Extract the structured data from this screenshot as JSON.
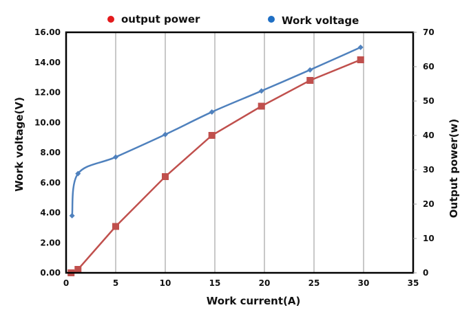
{
  "chart_data": {
    "type": "line",
    "title": "",
    "xlabel": "Work current(A)",
    "ylabel": "Work voltage(V)",
    "y2label": "Output power(w)",
    "xlim": [
      0,
      35
    ],
    "ylim": [
      0,
      16
    ],
    "y2lim": [
      0,
      70
    ],
    "x_ticks": [
      "0",
      "5",
      "10",
      "15",
      "20",
      "25",
      "30",
      "35"
    ],
    "y_ticks": [
      "0.00",
      "2.00",
      "4.00",
      "6.00",
      "8.00",
      "10.00",
      "12.00",
      "14.00",
      "16.00"
    ],
    "y2_ticks": [
      "0",
      "10",
      "20",
      "30",
      "40",
      "50",
      "60",
      "70"
    ],
    "grid": "vertical",
    "legend_position": "top",
    "series": [
      {
        "name": "output power",
        "axis": "right",
        "color": "#c0504d",
        "legend_color": "#e31a1c",
        "marker": "square",
        "x": [
          0.5,
          1.2,
          5,
          10,
          14.7,
          19.7,
          24.6,
          29.7
        ],
        "values": [
          0,
          1,
          13.5,
          28,
          40,
          48.5,
          56,
          62
        ]
      },
      {
        "name": "Work voltage",
        "axis": "left",
        "color": "#4f81bd",
        "legend_color": "#1f6fc4",
        "marker": "diamond",
        "x": [
          0.6,
          1.2,
          5,
          10,
          14.7,
          19.7,
          24.6,
          29.7
        ],
        "values": [
          3.8,
          6.6,
          7.7,
          9.2,
          10.7,
          12.1,
          13.5,
          15.0
        ]
      }
    ]
  }
}
